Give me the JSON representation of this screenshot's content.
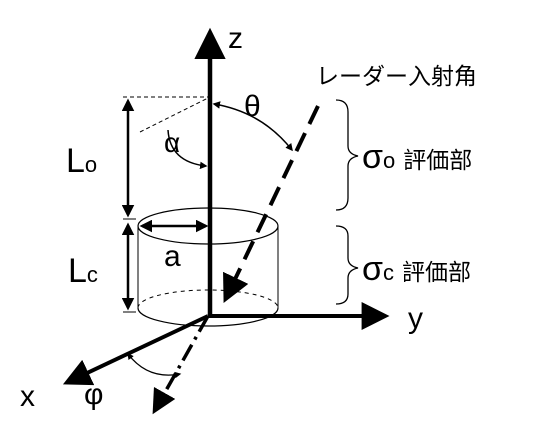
{
  "axes": {
    "z": "z",
    "y": "y",
    "x": "x"
  },
  "angles": {
    "theta": "θ",
    "alpha": "α",
    "phi": "φ"
  },
  "lengths": {
    "l_o_main": "L",
    "l_o_sub": "o",
    "l_c_main": "L",
    "l_c_sub": "c",
    "a": "a"
  },
  "radar_label": "レーダー入射角",
  "sigma_o": {
    "symbol": "σ",
    "sub": "o",
    "text": "評価部"
  },
  "sigma_c": {
    "symbol": "σ",
    "sub": "c",
    "text": "評価部"
  }
}
